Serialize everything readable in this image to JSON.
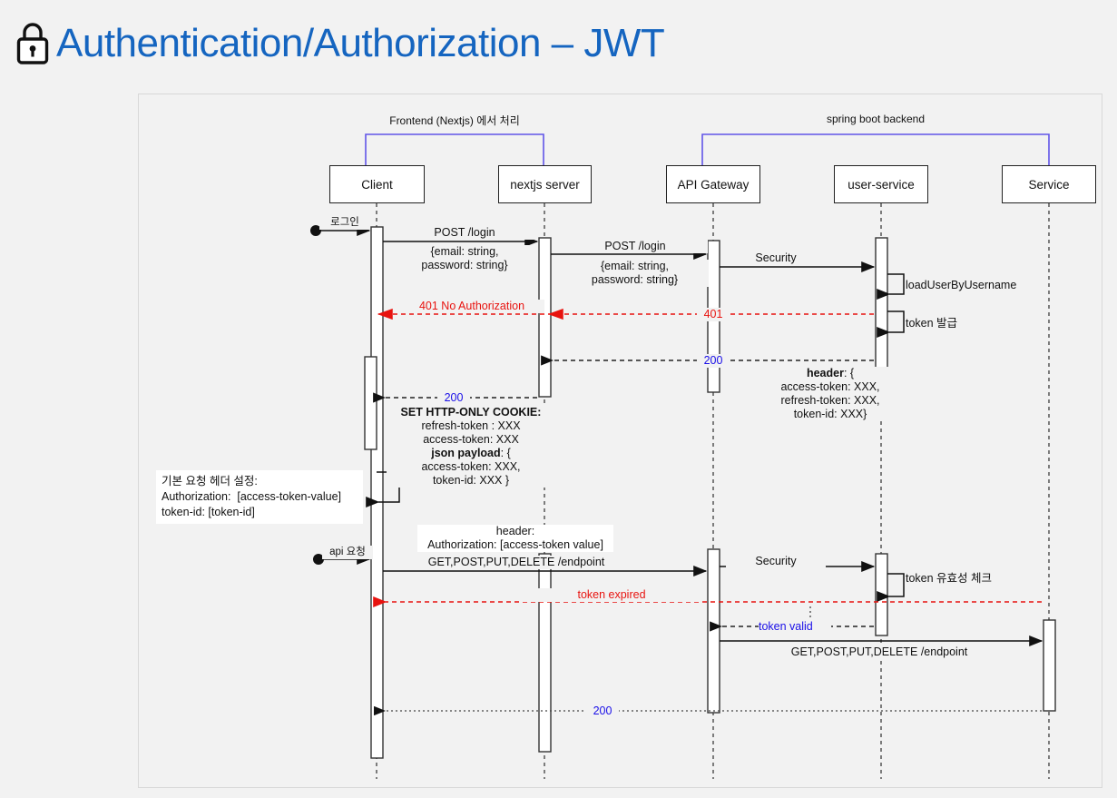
{
  "header": {
    "icon": "lock-icon",
    "title": "Authentication/Authorization – JWT",
    "title_color": "#1565c0"
  },
  "diagram": {
    "type": "sequence-diagram",
    "groups": [
      {
        "label": "Frontend (Nextjs) 에서 처리",
        "color": "#6155e8"
      },
      {
        "label": "spring boot backend",
        "color": "#6155e8"
      }
    ],
    "participants": [
      {
        "name": "Client"
      },
      {
        "name": "nextjs server"
      },
      {
        "name": "API Gateway"
      },
      {
        "name": "user-service"
      },
      {
        "name": "Service"
      }
    ],
    "messages": [
      {
        "id": "m1",
        "label": "로그인",
        "style": "solid-black"
      },
      {
        "id": "m2",
        "label": "POST /login",
        "style": "solid-black"
      },
      {
        "id": "m3",
        "label": "{email: string,\npassword: string}",
        "style": "label-only"
      },
      {
        "id": "m4",
        "label": "POST /login",
        "style": "solid-black"
      },
      {
        "id": "m5",
        "label": "{email: string,\npassword: string}",
        "style": "label-only"
      },
      {
        "id": "m6",
        "label": "Security",
        "style": "solid-black"
      },
      {
        "id": "m7",
        "label": "loadUserByUsername",
        "style": "self-call"
      },
      {
        "id": "m8",
        "label": "401 No Authorization",
        "style": "dashed-red"
      },
      {
        "id": "m9",
        "label": "401",
        "style": "dashed-red"
      },
      {
        "id": "m10",
        "label": "token 발급",
        "style": "self-call"
      },
      {
        "id": "m11",
        "label": "200",
        "style": "dashed-blue"
      },
      {
        "id": "m12",
        "label": "header: {\naccess-token: XXX,\nrefresh-token: XXX,\ntoken-id: XXX}",
        "style": "label-only"
      },
      {
        "id": "m13",
        "label": "200",
        "style": "dashed-blue"
      },
      {
        "id": "m14",
        "label": "SET HTTP-ONLY COOKIE:\nrefresh-token : XXX\naccess-token: XXX\njson payload: {\naccess-token: XXX,\ntoken-id: XXX }",
        "style": "label-only"
      },
      {
        "id": "m15",
        "label": "기본 요청 헤더 설정:\nAuthorization:  [access-token-value]\ntoken-id: [token-id]",
        "style": "note-self-call"
      },
      {
        "id": "m16",
        "label": "api 요청",
        "style": "solid-black"
      },
      {
        "id": "m17",
        "label": "header:\nAuthorization: [access-token value]",
        "style": "label-only"
      },
      {
        "id": "m18",
        "label": "GET,POST,PUT,DELETE /endpoint",
        "style": "solid-black"
      },
      {
        "id": "m19",
        "label": "Security",
        "style": "solid-black"
      },
      {
        "id": "m20",
        "label": "token 유효성 체크",
        "style": "self-call"
      },
      {
        "id": "m21",
        "label": "token expired",
        "style": "dashed-red"
      },
      {
        "id": "m22",
        "label": "token valid",
        "style": "dashed-blue-line"
      },
      {
        "id": "m23",
        "label": "GET,POST,PUT,DELETE /endpoint",
        "style": "solid-black"
      },
      {
        "id": "m24",
        "label": "200",
        "style": "dashed-blue"
      }
    ],
    "colors": {
      "group_bracket": "#6155e8",
      "error": "#e8130f",
      "success": "#1a0fe8",
      "line": "#111111",
      "background": "#f2f2f2",
      "box_fill": "#ffffff"
    }
  }
}
